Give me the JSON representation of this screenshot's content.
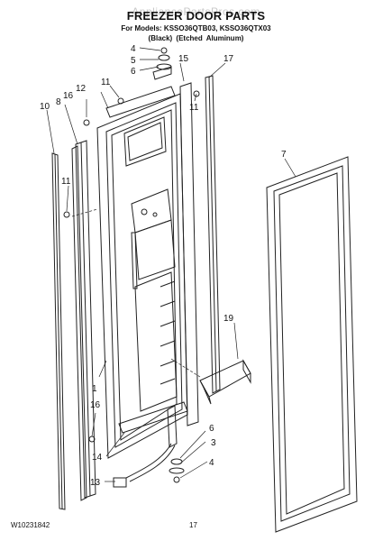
{
  "header": {
    "watermark": "AppliancePartsPros.com",
    "title": "FREEZER DOOR PARTS",
    "models": "For Models: KSSO36QTB03, KSSO36QTX03",
    "variants": "(Black)    (Etched Aluminum)"
  },
  "footer": {
    "doc_code": "W10231842",
    "page_number": "17"
  },
  "callouts": [
    "4",
    "5",
    "6",
    "15",
    "17",
    "11",
    "12",
    "16",
    "8",
    "10",
    "11",
    "11",
    "7",
    "19",
    "1",
    "16",
    "6",
    "3",
    "14",
    "4",
    "13"
  ]
}
